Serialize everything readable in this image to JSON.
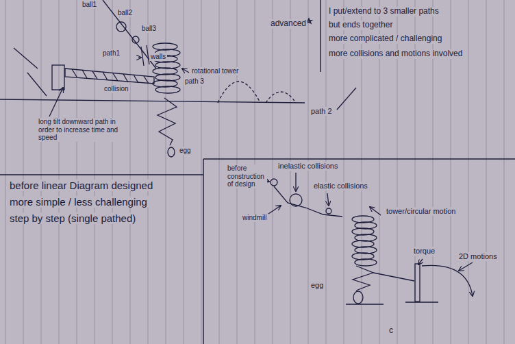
{
  "diagram": {
    "labels": [
      "ball1",
      "ball2",
      "ball3",
      "advanced",
      "I put/extend to 3 smaller paths",
      "but ends together",
      "more complicated / challenging",
      "more collisions and motions involved",
      "path1",
      "walls",
      "rotational tower",
      "path 3",
      "collision",
      "path 2",
      "long tilt downward path in order to increase time and speed",
      "egg",
      "before linear Diagram designed",
      "more simple / less challenging",
      "step by step (single pathed)",
      "before construction of design",
      "inelastic collisions",
      "elastic collisions",
      "windmill",
      "tower/circular motion",
      "torque",
      "2D motions",
      "egg",
      "c"
    ]
  }
}
